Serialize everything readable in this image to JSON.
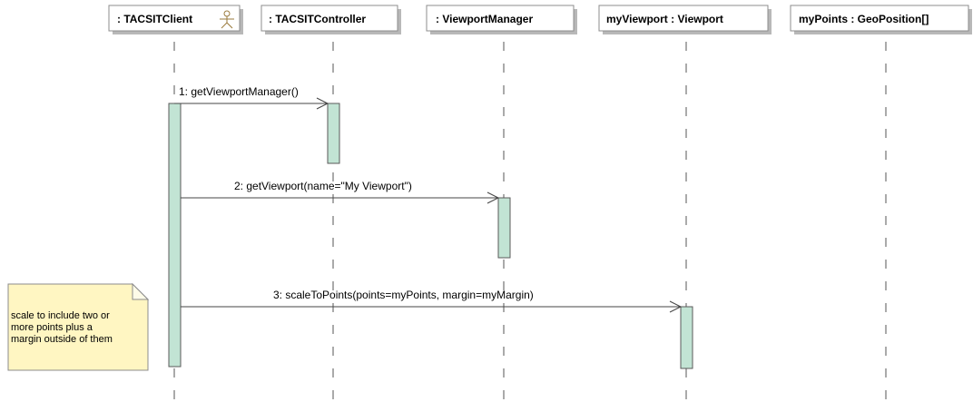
{
  "participants": [
    {
      "label": ": TACSITClient",
      "icon": "actor-icon"
    },
    {
      "label": ": TACSITController"
    },
    {
      "label": ": ViewportManager"
    },
    {
      "label": "myViewport : Viewport"
    },
    {
      "label": "myPoints : GeoPosition[]"
    }
  ],
  "messages": [
    {
      "label": "1: getViewportManager()"
    },
    {
      "label": "2: getViewport(name=\"My Viewport\")"
    },
    {
      "label": "3: scaleToPoints(points=myPoints, margin=myMargin)"
    }
  ],
  "note": {
    "lines": [
      "scale to include two or",
      "more points plus a",
      "margin outside of them"
    ]
  },
  "colors": {
    "activation": "#c2e4d4",
    "note": "#fff6c2"
  }
}
